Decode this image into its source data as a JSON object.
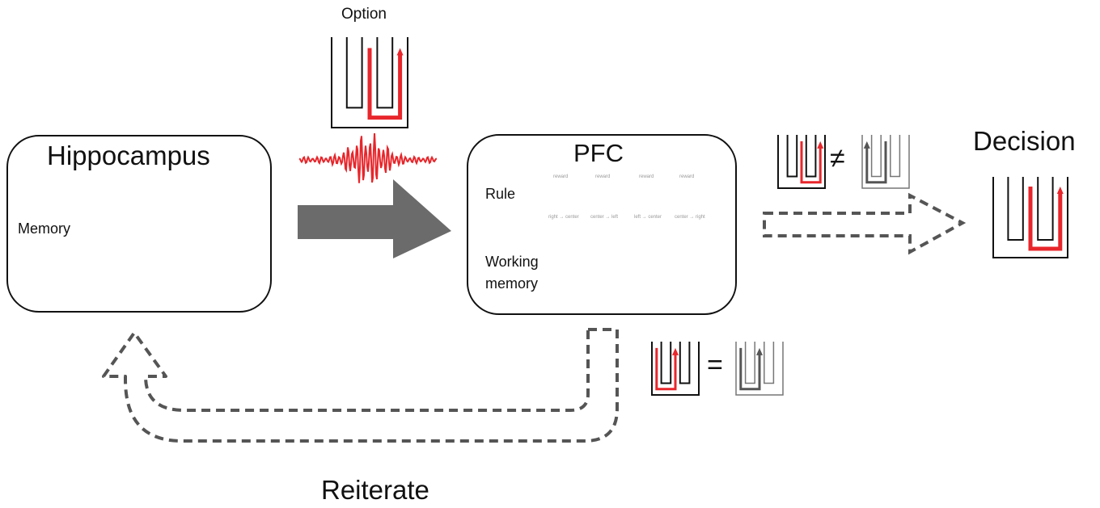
{
  "labels": {
    "option": "Option",
    "hippocampus": "Hippocampus",
    "memory": "Memory",
    "pfc": "PFC",
    "rule": "Rule",
    "working_memory_line1": "Working",
    "working_memory_line2": "memory",
    "decision": "Decision",
    "reiterate": "Reiterate",
    "not_equal": "≠",
    "equal": "=",
    "rule_items": [
      {
        "top": "reward",
        "bottom": "right → center"
      },
      {
        "top": "reward",
        "bottom": "center → left"
      },
      {
        "top": "reward",
        "bottom": "left → center"
      },
      {
        "top": "reward",
        "bottom": "center → right"
      }
    ]
  },
  "colors": {
    "path_red": "#e8262b",
    "path_gray": "#555555",
    "arrow_fill": "#6b6b6b",
    "dashed": "#555555",
    "outline": "#111111"
  },
  "icons": {
    "maze": "w-maze-icon",
    "oscillation": "sharp-wave-ripple-icon"
  }
}
